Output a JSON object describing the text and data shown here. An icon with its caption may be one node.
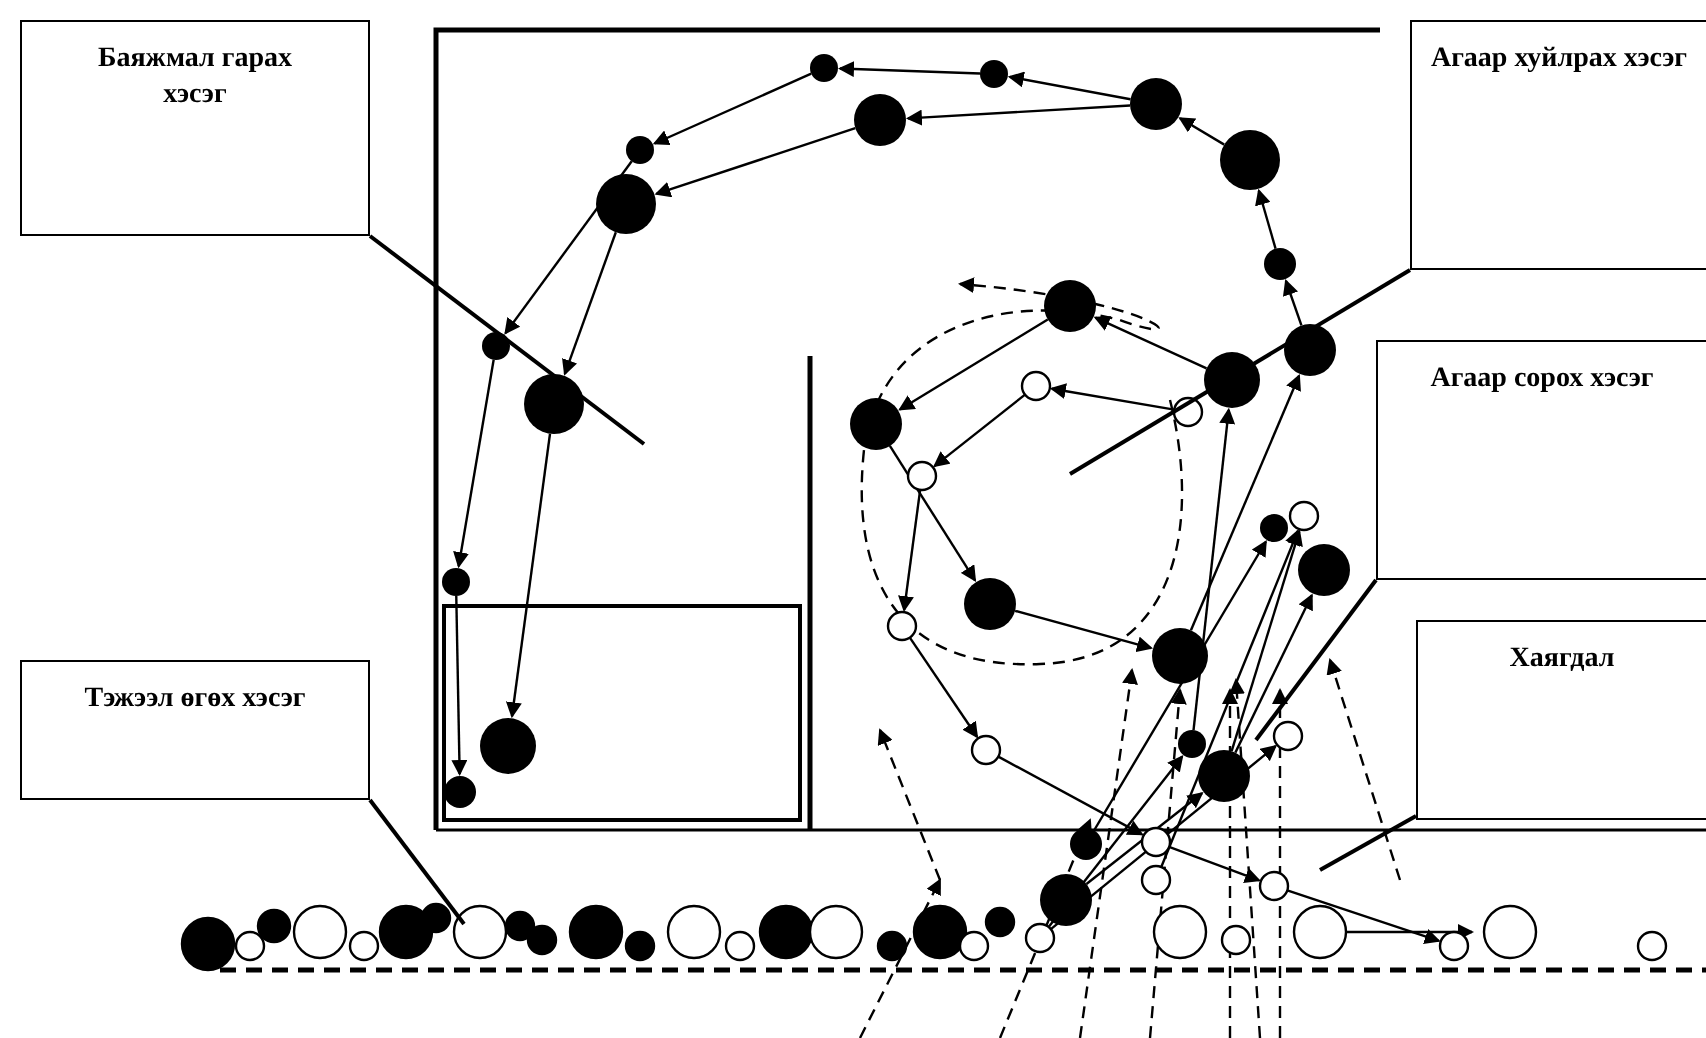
{
  "diagram": {
    "nodes": [
      {
        "text": [
          "Баяжмал гарах хэсэг"
        ]
      },
      {
        "text": [
          "Агаар хуйлрах хэсэг"
        ]
      },
      {
        "text": [
          "Агаар сорох хэсэг"
        ]
      },
      {
        "text": [
          "Хаягдал"
        ]
      },
      {
        "text": [
          "Тэжээл өгөх хэсэг"
        ]
      }
    ],
    "edges": [
      {
        "from": 0,
        "to": null,
        "arrow": "none"
      },
      {
        "from": 1,
        "to": null,
        "arrow": "none"
      },
      {
        "from": 2,
        "to": null,
        "arrow": "none"
      },
      {
        "from": 3,
        "to": null,
        "arrow": "none"
      },
      {
        "from": 4,
        "to": null,
        "arrow": "none"
      }
    ]
  }
}
